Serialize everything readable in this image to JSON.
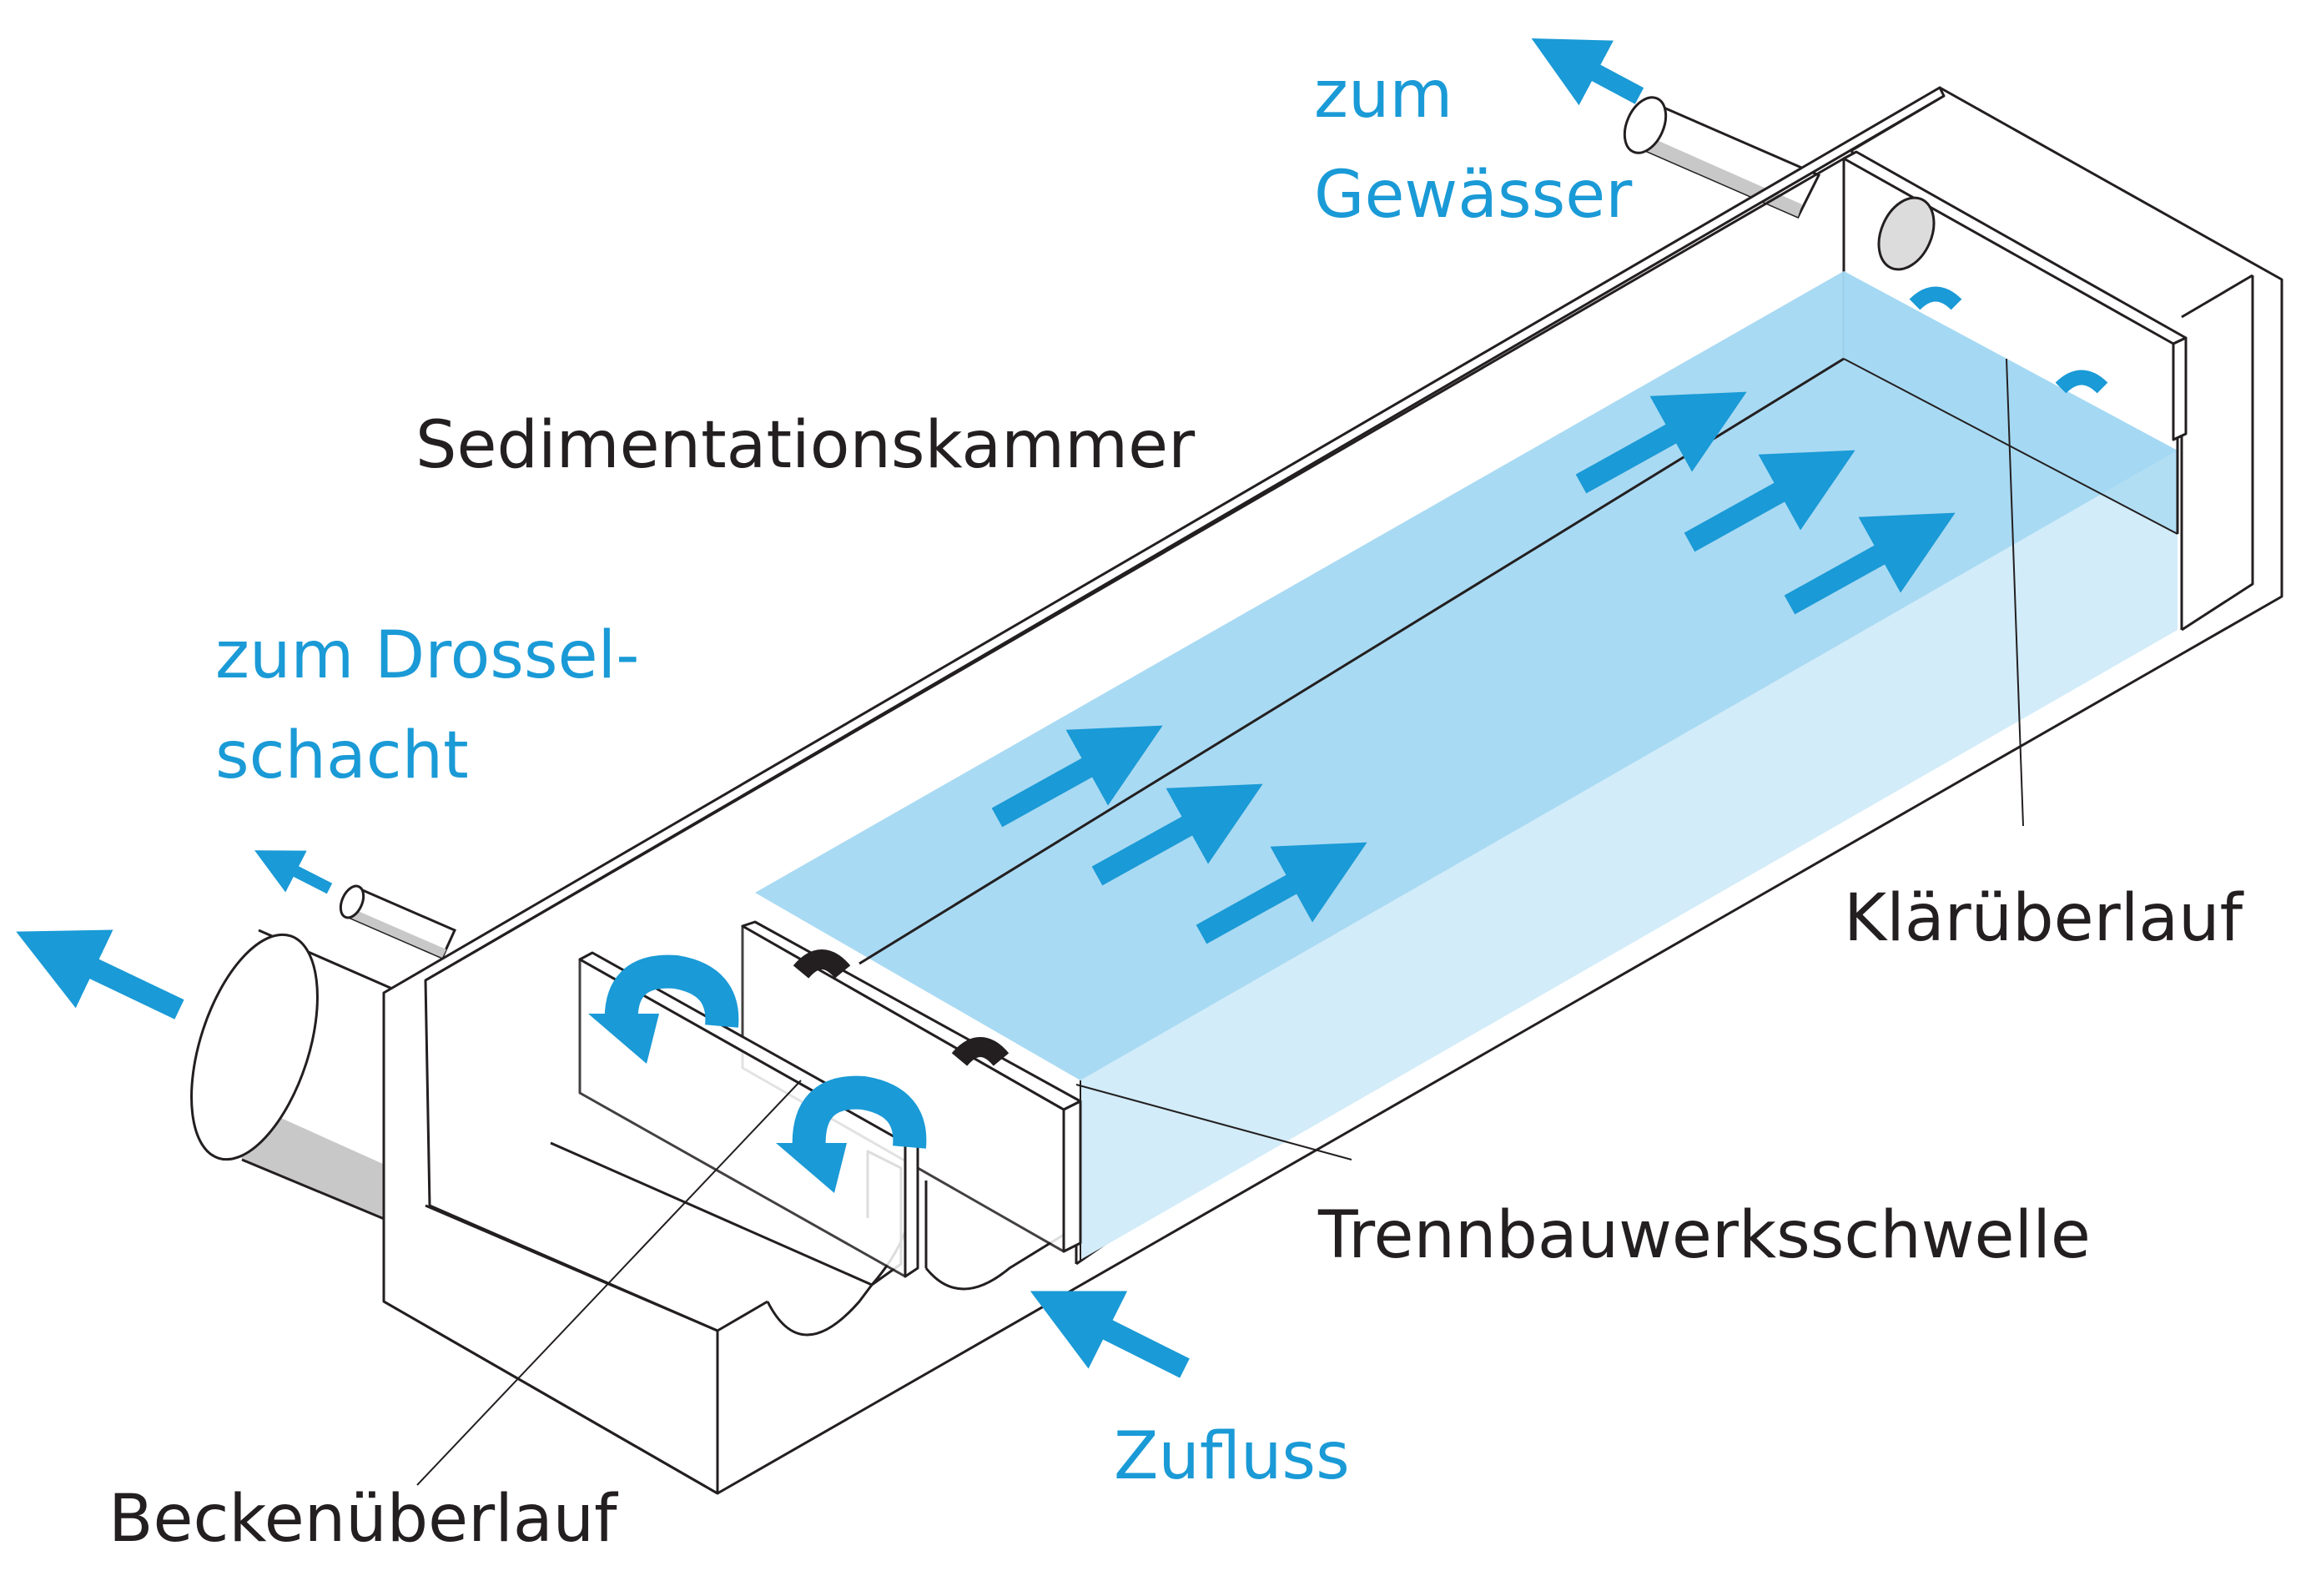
{
  "labels": {
    "to_water": [
      "zum",
      "Gewässer"
    ],
    "sedimentation_chamber": "Sedimentationskammer",
    "to_throttle_shaft": [
      "zum Drossel-",
      "schacht"
    ],
    "clarifier_overflow": "Klärüberlauf",
    "separator_sill": "Trennbauwerksschwelle",
    "inflow": "Zufluss",
    "basin_overflow": "Beckenüberlauf"
  },
  "colors": {
    "line": "#231f20",
    "accent": "#1a9ad6",
    "water_top": "#a4d8f2",
    "water_side": "#d2ecf9",
    "pipe_shade": "#c8c8c8"
  }
}
